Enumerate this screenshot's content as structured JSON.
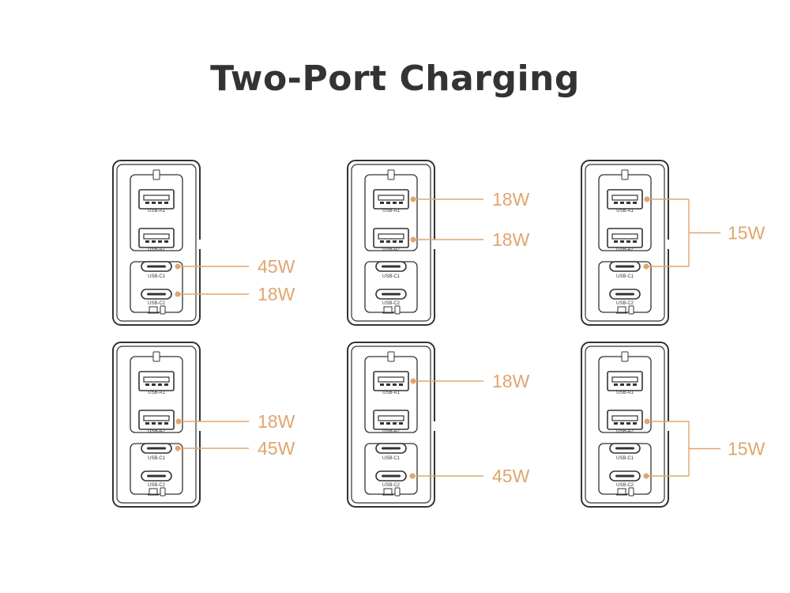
{
  "title": "Two-Port Charging",
  "accent_color": "#E0A56F",
  "port_labels": {
    "a1": "USB-A1",
    "a2": "USB-A2",
    "c1": "USB-C1",
    "c2": "USB-C2"
  },
  "panels": [
    {
      "ports": [
        "c1",
        "c2"
      ],
      "labels": [
        "45W",
        "18W"
      ]
    },
    {
      "ports": [
        "a1",
        "a2"
      ],
      "labels": [
        "18W",
        "18W"
      ]
    },
    {
      "ports": [
        "a1",
        "c1"
      ],
      "labels": [
        "15W"
      ]
    },
    {
      "ports": [
        "a2",
        "c1"
      ],
      "labels": [
        "18W",
        "45W"
      ]
    },
    {
      "ports": [
        "a1",
        "c2"
      ],
      "labels": [
        "18W",
        "45W"
      ]
    },
    {
      "ports": [
        "a2",
        "c2"
      ],
      "labels": [
        "15W"
      ]
    }
  ]
}
